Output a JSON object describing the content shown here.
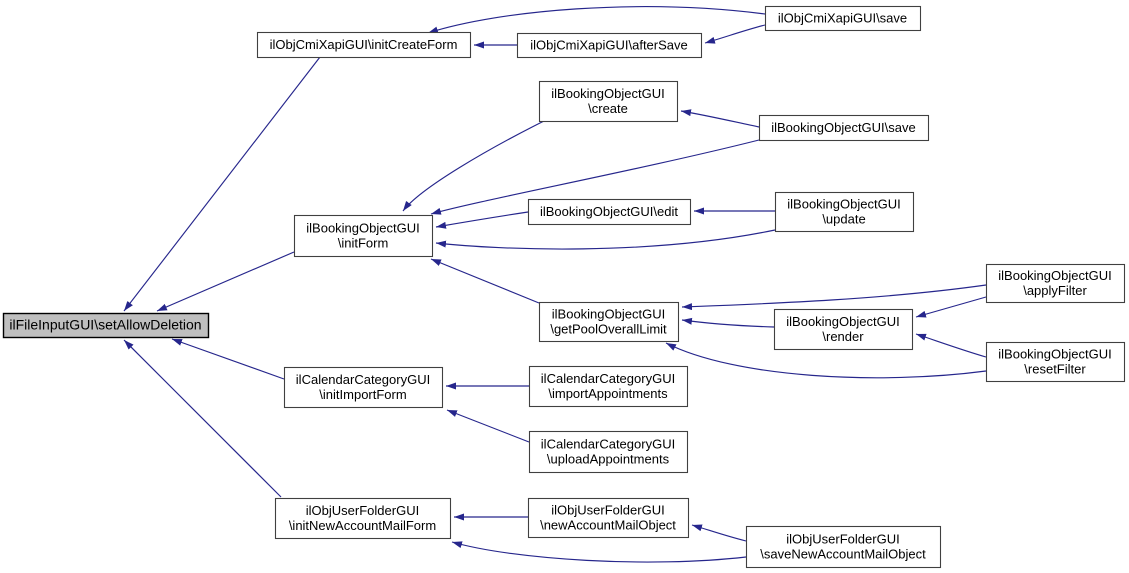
{
  "diagram": {
    "type": "call-graph",
    "highlighted_function": "ilFileInputGUI\\setAllowDeletion",
    "colors": {
      "background": "#ffffff",
      "edge": "#26268C",
      "node_border": "#404040",
      "root_border": "#000000",
      "node_fill": "#ffffff",
      "highlight_fill": "#BFBFBF",
      "text": "#000000"
    },
    "nodes": [
      {
        "id": "setAllowDeletion",
        "lines": [
          "ilFileInputGUI\\setAllowDeletion"
        ],
        "highlighted": true
      },
      {
        "id": "cmi-initCreateForm",
        "lines": [
          "ilObjCmiXapiGUI\\initCreateForm"
        ],
        "highlighted": false
      },
      {
        "id": "cmi-afterSave",
        "lines": [
          "ilObjCmiXapiGUI\\afterSave"
        ],
        "highlighted": false
      },
      {
        "id": "cmi-save",
        "lines": [
          "ilObjCmiXapiGUI\\save"
        ],
        "highlighted": false
      },
      {
        "id": "bo-create",
        "lines": [
          "ilBookingObjectGUI",
          "\\create"
        ],
        "highlighted": false
      },
      {
        "id": "bo-save",
        "lines": [
          "ilBookingObjectGUI\\save"
        ],
        "highlighted": false
      },
      {
        "id": "bo-initForm",
        "lines": [
          "ilBookingObjectGUI",
          "\\initForm"
        ],
        "highlighted": false
      },
      {
        "id": "bo-edit",
        "lines": [
          "ilBookingObjectGUI\\edit"
        ],
        "highlighted": false
      },
      {
        "id": "bo-update",
        "lines": [
          "ilBookingObjectGUI",
          "\\update"
        ],
        "highlighted": false
      },
      {
        "id": "bo-getPoolOverallLimit",
        "lines": [
          "ilBookingObjectGUI",
          "\\getPoolOverallLimit"
        ],
        "highlighted": false
      },
      {
        "id": "bo-render",
        "lines": [
          "ilBookingObjectGUI",
          "\\render"
        ],
        "highlighted": false
      },
      {
        "id": "bo-applyFilter",
        "lines": [
          "ilBookingObjectGUI",
          "\\applyFilter"
        ],
        "highlighted": false
      },
      {
        "id": "bo-resetFilter",
        "lines": [
          "ilBookingObjectGUI",
          "\\resetFilter"
        ],
        "highlighted": false
      },
      {
        "id": "cal-initImportForm",
        "lines": [
          "ilCalendarCategoryGUI",
          "\\initImportForm"
        ],
        "highlighted": false
      },
      {
        "id": "cal-importAppointments",
        "lines": [
          "ilCalendarCategoryGUI",
          "\\importAppointments"
        ],
        "highlighted": false
      },
      {
        "id": "cal-uploadAppointments",
        "lines": [
          "ilCalendarCategoryGUI",
          "\\uploadAppointments"
        ],
        "highlighted": false
      },
      {
        "id": "uf-initNewAccountMailForm",
        "lines": [
          "ilObjUserFolderGUI",
          "\\initNewAccountMailForm"
        ],
        "highlighted": false
      },
      {
        "id": "uf-newAccountMailObject",
        "lines": [
          "ilObjUserFolderGUI",
          "\\newAccountMailObject"
        ],
        "highlighted": false
      },
      {
        "id": "uf-saveNewAccountMailObject",
        "lines": [
          "ilObjUserFolderGUI",
          "\\saveNewAccountMailObject"
        ],
        "highlighted": false
      }
    ],
    "edges": [
      {
        "from": "cmi-save",
        "to": "cmi-initCreateForm"
      },
      {
        "from": "cmi-save",
        "to": "cmi-afterSave"
      },
      {
        "from": "cmi-afterSave",
        "to": "cmi-initCreateForm"
      },
      {
        "from": "cmi-initCreateForm",
        "to": "setAllowDeletion"
      },
      {
        "from": "bo-initForm",
        "to": "setAllowDeletion"
      },
      {
        "from": "bo-create",
        "to": "bo-initForm"
      },
      {
        "from": "bo-save",
        "to": "bo-create"
      },
      {
        "from": "bo-save",
        "to": "bo-initForm"
      },
      {
        "from": "bo-edit",
        "to": "bo-initForm"
      },
      {
        "from": "bo-update",
        "to": "bo-edit"
      },
      {
        "from": "bo-update",
        "to": "bo-initForm"
      },
      {
        "from": "bo-getPoolOverallLimit",
        "to": "bo-initForm"
      },
      {
        "from": "bo-render",
        "to": "bo-getPoolOverallLimit"
      },
      {
        "from": "bo-applyFilter",
        "to": "bo-getPoolOverallLimit"
      },
      {
        "from": "bo-resetFilter",
        "to": "bo-getPoolOverallLimit"
      },
      {
        "from": "bo-applyFilter",
        "to": "bo-render"
      },
      {
        "from": "bo-resetFilter",
        "to": "bo-render"
      },
      {
        "from": "cal-initImportForm",
        "to": "setAllowDeletion"
      },
      {
        "from": "cal-importAppointments",
        "to": "cal-initImportForm"
      },
      {
        "from": "cal-uploadAppointments",
        "to": "cal-initImportForm"
      },
      {
        "from": "uf-initNewAccountMailForm",
        "to": "setAllowDeletion"
      },
      {
        "from": "uf-newAccountMailObject",
        "to": "uf-initNewAccountMailForm"
      },
      {
        "from": "uf-saveNewAccountMailObject",
        "to": "uf-newAccountMailObject"
      },
      {
        "from": "uf-saveNewAccountMailObject",
        "to": "uf-initNewAccountMailForm"
      }
    ]
  }
}
